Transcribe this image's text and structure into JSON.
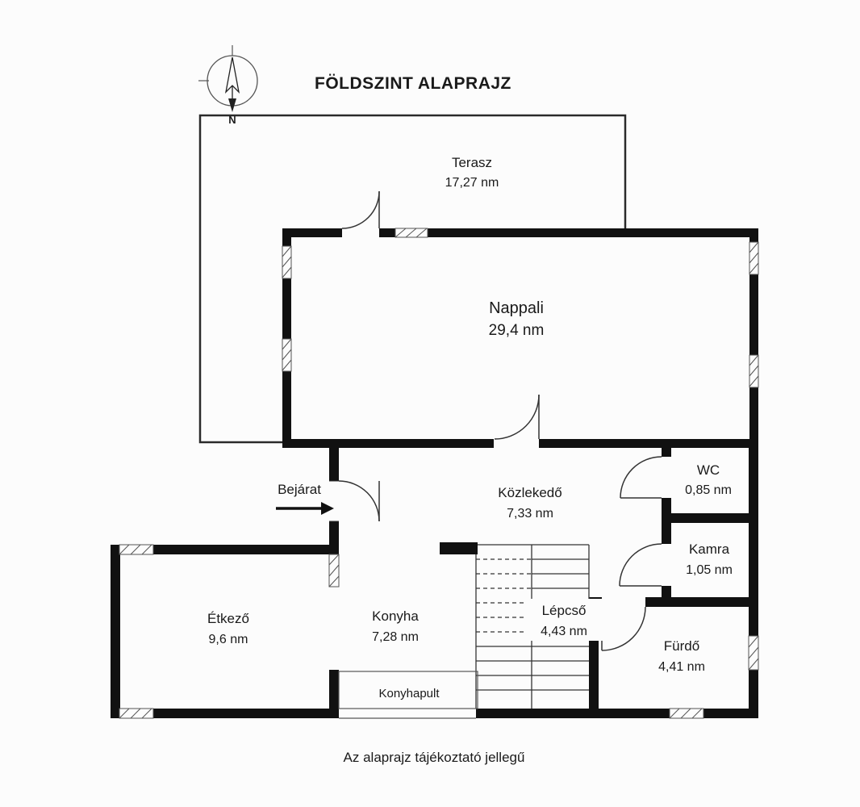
{
  "title": "FÖLDSZINT ALAPRAJZ",
  "compass": {
    "label": "N"
  },
  "rooms": {
    "terasz": {
      "name": "Terasz",
      "area": "17,27 nm"
    },
    "nappali": {
      "name": "Nappali",
      "area": "29,4 nm"
    },
    "kozlekedo": {
      "name": "Közlekedő",
      "area": "7,33 nm"
    },
    "wc": {
      "name": "WC",
      "area": "0,85 nm"
    },
    "kamra": {
      "name": "Kamra",
      "area": "1,05 nm"
    },
    "etkezo": {
      "name": "Étkező",
      "area": "9,6 nm"
    },
    "konyha": {
      "name": "Konyha",
      "area": "7,28 nm"
    },
    "lepcso": {
      "name": "Lépcső",
      "area": "4,43 nm"
    },
    "furdo": {
      "name": "Fürdő",
      "area": "4,41 nm"
    }
  },
  "annotations": {
    "entrance": "Bejárat",
    "counter": "Konyhapult"
  },
  "footer": "Az alaprajz tájékoztató jellegű",
  "colors": {
    "wall": "#111111",
    "line": "#333333",
    "background": "#fcfcfc",
    "text": "#1a1a1a"
  }
}
